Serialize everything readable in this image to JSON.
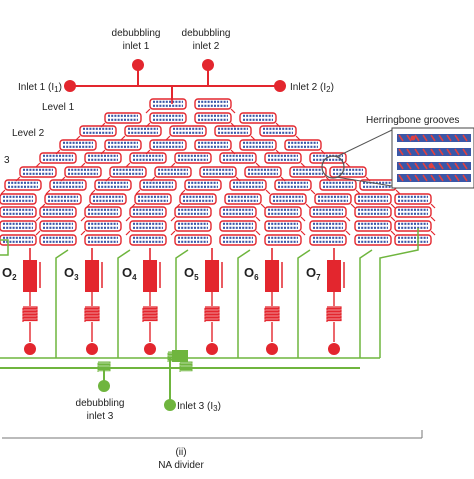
{
  "colors": {
    "red": "#e3262e",
    "blue": "#3a57a8",
    "green": "#6fb53e",
    "gray": "#6e6e6e",
    "zoom_red": "#e04040"
  },
  "labels": {
    "debubbling_inlet_1": [
      "debubbling",
      "inlet 1"
    ],
    "debubbling_inlet_2": [
      "debubbling",
      "inlet 2"
    ],
    "inlet_1": "Inlet 1 (I",
    "inlet_1_sub": "1",
    "inlet_2": "Inlet 2 (I",
    "inlet_2_sub": "2",
    "level_1": "Level 1",
    "level_2": "Level 2",
    "level_3": "3",
    "herringbone": "Herringbone grooves",
    "debubbling_inlet_3": [
      "debubbling",
      "inlet 3"
    ],
    "inlet_3": "Inlet 3 (I",
    "inlet_3_sub": "3",
    "closing_paren": ")",
    "panel": "(ii)",
    "caption": "NA divider"
  },
  "outlets": [
    {
      "letter": "O",
      "sub": "2"
    },
    {
      "letter": "O",
      "sub": "3"
    },
    {
      "letter": "O",
      "sub": "4"
    },
    {
      "letter": "O",
      "sub": "5"
    },
    {
      "letter": "O",
      "sub": "6"
    },
    {
      "letter": "O",
      "sub": "7"
    }
  ],
  "icons": {
    "inlet_port": "filled-circle",
    "serpentine": "zigzag-resistor",
    "magnifier": "circle-zoom"
  }
}
